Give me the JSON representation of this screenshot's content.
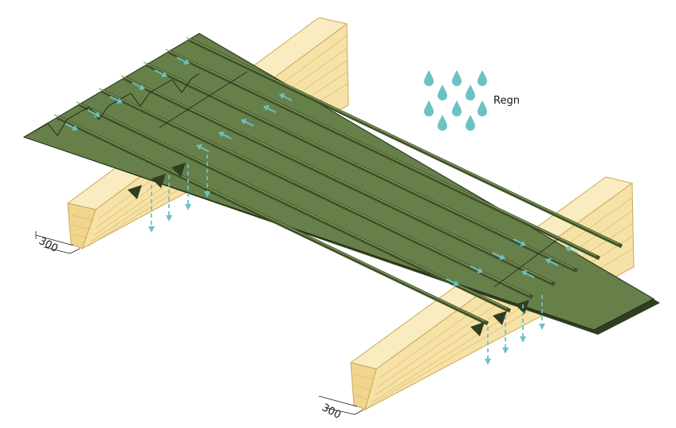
{
  "diagram": {
    "rain_label": "Regn",
    "dimension_left": "300",
    "dimension_right": "300",
    "icons": {
      "rain": "raindrop-icon",
      "flow": "arrow-icon",
      "drip": "dashed-drip-arrow-icon"
    },
    "colors": {
      "sheet_top": "#67804a",
      "sheet_dark": "#3f5229",
      "sheet_mid": "#55703c",
      "beam_face": "#f6e2a6",
      "beam_top": "#f9ecc0",
      "beam_end": "#f2d58c",
      "beam_line": "#d8b868",
      "water": "#6cc1c4",
      "outline": "#1e2a14"
    }
  }
}
